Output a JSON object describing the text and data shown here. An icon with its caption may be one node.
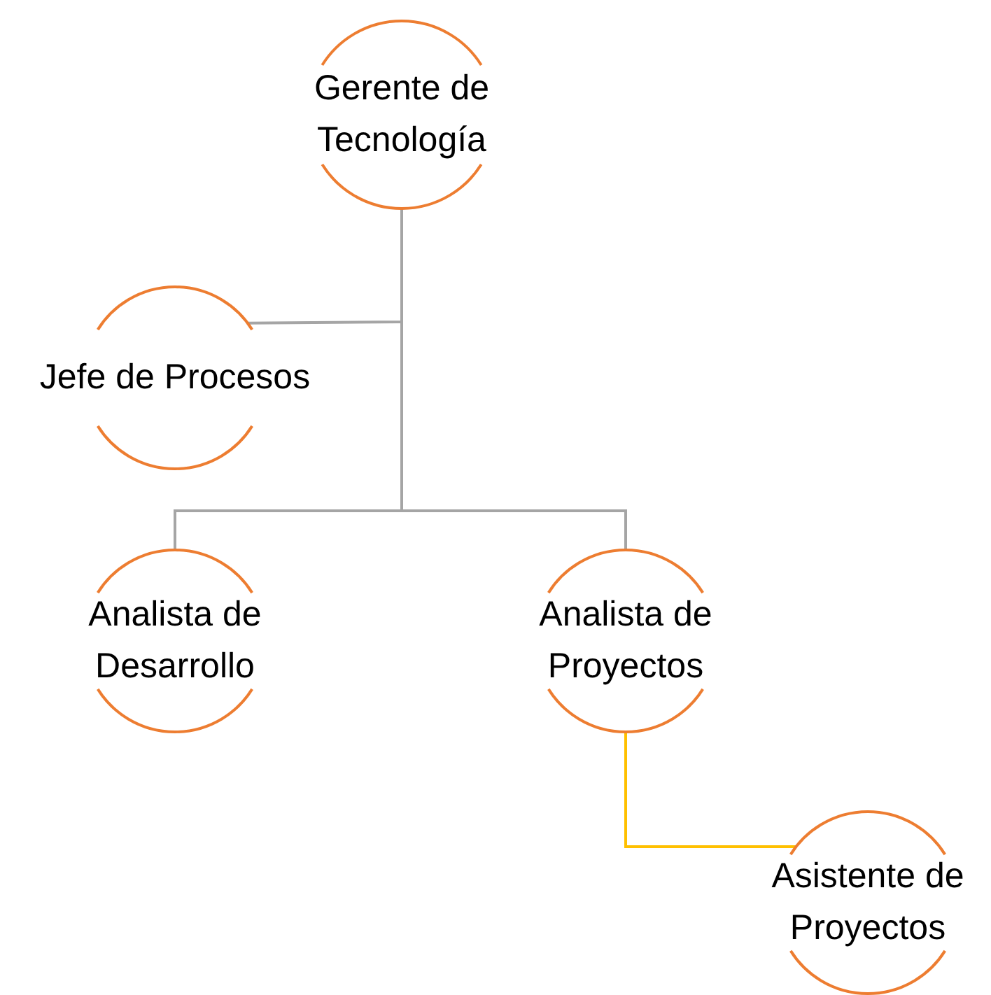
{
  "diagram": {
    "nodes": [
      {
        "text": [
          "Gerente de Tecnología"
        ]
      },
      {
        "text": [
          "Jefe de Procesos"
        ]
      },
      {
        "text": [
          "Analista de Desarrollo"
        ]
      },
      {
        "text": [
          "Analista de Proyectos"
        ]
      },
      {
        "text": [
          "Asistente de Proyectos"
        ]
      }
    ],
    "edges": [
      {
        "from": 0,
        "to": 1,
        "arrow": "none"
      },
      {
        "from": 0,
        "to": 2,
        "arrow": "none"
      },
      {
        "from": 0,
        "to": 3,
        "arrow": "none"
      },
      {
        "from": 3,
        "to": 4,
        "arrow": "none",
        "color": "#ffc000"
      }
    ]
  }
}
